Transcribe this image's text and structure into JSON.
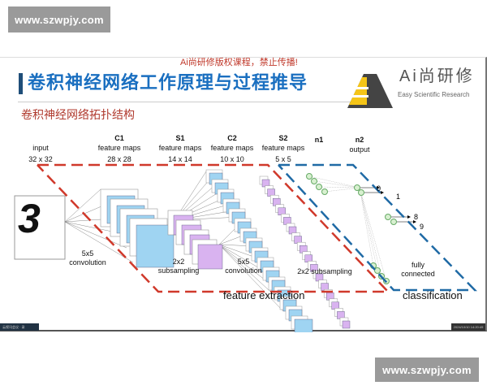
{
  "watermarks": [
    "www.szwpjy.com",
    "www.szwpjy.com"
  ],
  "slide": {
    "notice": "Ai尚研修版权课程，禁止传播!",
    "title": "卷积神经网络工作原理与过程推导",
    "subtitle": "卷积神经网络拓扑结构",
    "brand": {
      "name": "Ai尚研修",
      "tagline": "Easy Scientific Research"
    },
    "diagram": {
      "layers": [
        {
          "name": "input",
          "desc": "",
          "size": "32 x 32"
        },
        {
          "name": "C1",
          "desc": "feature maps",
          "size": "28 x 28"
        },
        {
          "name": "S1",
          "desc": "feature maps",
          "size": "14 x 14"
        },
        {
          "name": "C2",
          "desc": "feature maps",
          "size": "10 x 10"
        },
        {
          "name": "S2",
          "desc": "feature maps",
          "size": "5 x 5"
        },
        {
          "name": "n1",
          "desc": "",
          "size": ""
        },
        {
          "name": "n2",
          "desc": "output",
          "size": ""
        }
      ],
      "ops": [
        "5x5 convolution",
        "2x2 subsampling",
        "5x5 convolution",
        "2x2 subsampling",
        "fully connected"
      ],
      "outputs": [
        "0",
        "1",
        "8",
        "9"
      ],
      "sections": [
        "feature extraction",
        "classification"
      ],
      "input_digit": "3",
      "colors": {
        "conv": "#9fd4f2",
        "pool": "#d9b3f0",
        "extraction": "#d0392b",
        "classification": "#1f6aa5",
        "neuron": "#d8f0d0"
      }
    },
    "taskbar": {
      "left": "云视讯会议 · 录",
      "right": "2024/10/10 14:20:49"
    }
  }
}
